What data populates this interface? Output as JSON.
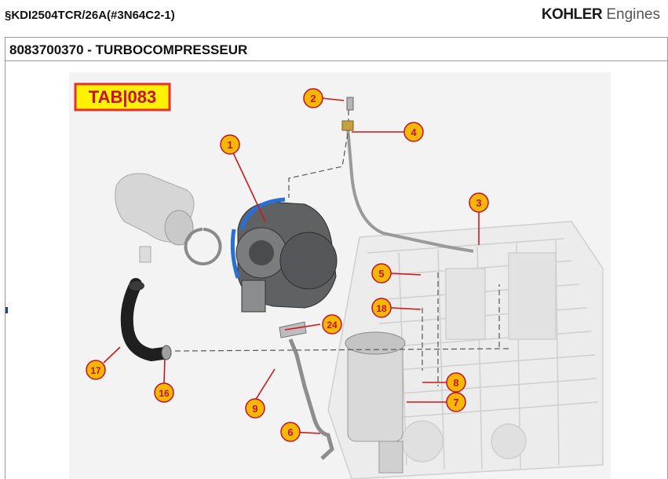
{
  "header": {
    "doc_code": "§KDI2504TCR/26A(#3N64C2-1)",
    "brand_name": "KOHLER",
    "brand_suffix": "Engines"
  },
  "section": {
    "title": "8083700370 - TURBOCOMPRESSEUR"
  },
  "diagram": {
    "tab_label": "TAB|083",
    "callouts": [
      "1",
      "2",
      "3",
      "4",
      "5",
      "6",
      "7",
      "8",
      "9",
      "16",
      "17",
      "18",
      "24"
    ],
    "colors": {
      "callout_fill": "#f5b800",
      "callout_text": "#c8102e",
      "leader": "#d01818",
      "tab_border": "#e53030",
      "tab_fill": "#fff200",
      "hose_blue": "#2a6fd6"
    }
  }
}
